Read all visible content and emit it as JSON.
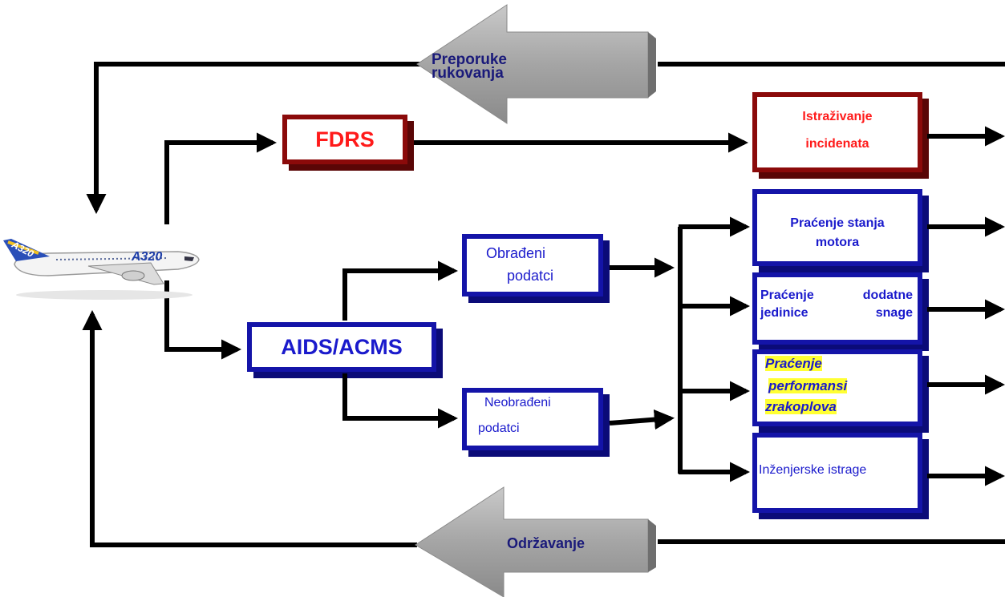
{
  "feedback_top": {
    "line1": "Preporuke",
    "line2": "rukovanja"
  },
  "feedback_bottom": {
    "label": "Održavanje"
  },
  "aircraft": {
    "tail_text": "A320",
    "body_text": "A320"
  },
  "fdrs": {
    "label": "FDRS"
  },
  "incident": {
    "line1": "Istraživanje",
    "line2": "incidenata"
  },
  "aids": {
    "label": "AIDS/ACMS"
  },
  "processed": {
    "line1": "Obrađeni",
    "line2": "podatci"
  },
  "raw": {
    "line1": "Neobrađeni",
    "line2": "podatci"
  },
  "engine": {
    "line1": "Praćenje stanja",
    "line2": "motora"
  },
  "apu": {
    "line1": "Praćenje dodatne",
    "line2": "jedinice snage"
  },
  "performance": {
    "line1": "Praćenje",
    "line2": "performansi",
    "line3": "zrakoplova"
  },
  "engineering": {
    "label": "Inženjerske istrage"
  },
  "colors": {
    "red_box": "#8b0a0a",
    "blue_box": "#1414a8",
    "red_text": "#ff1a1a",
    "blue_text": "#1a1acc",
    "highlight": "#ffff33"
  }
}
